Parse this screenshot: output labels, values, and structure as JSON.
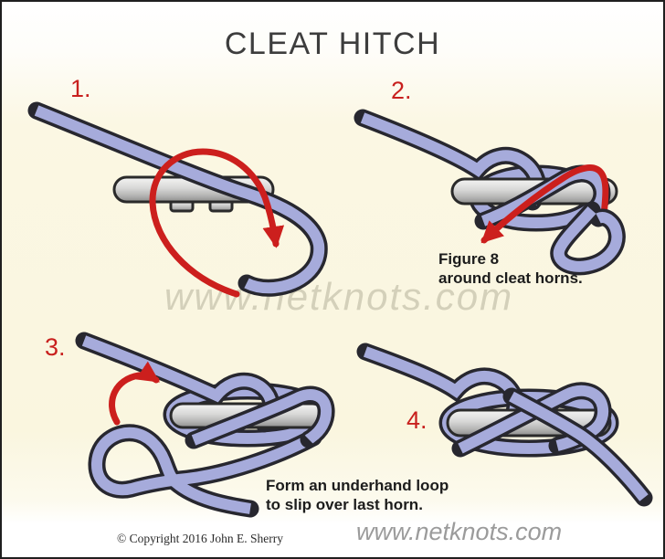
{
  "title": "CLEAT HITCH",
  "steps": [
    {
      "label": "1."
    },
    {
      "label": "2."
    },
    {
      "label": "3."
    },
    {
      "label": "4."
    }
  ],
  "annotations": {
    "figure8_line1": "Figure 8",
    "figure8_line2": "around cleat horns.",
    "loop_line1": "Form an underhand loop",
    "loop_line2": "to slip over last horn."
  },
  "watermark": "www.netknots.com",
  "footer": {
    "copyright": "© Copyright  2016  John E. Sherry",
    "website": "www.netknots.com"
  },
  "colors": {
    "rope": "#a6abdb",
    "rope_outline": "#27272f",
    "arrow_red": "#cc1f1d",
    "step_number_red": "#c8201e",
    "background_cream": "#faf6df",
    "cleat_gray_light": "#f4f4f3",
    "cleat_gray_dark": "#8d8d8c",
    "title_gray": "#3d3d3d"
  },
  "icons": {
    "arrow_step1": "curved-wrap-arrow",
    "arrow_step2": "figure8-direction-arrow",
    "arrow_step3": "flip-loop-arrow"
  }
}
